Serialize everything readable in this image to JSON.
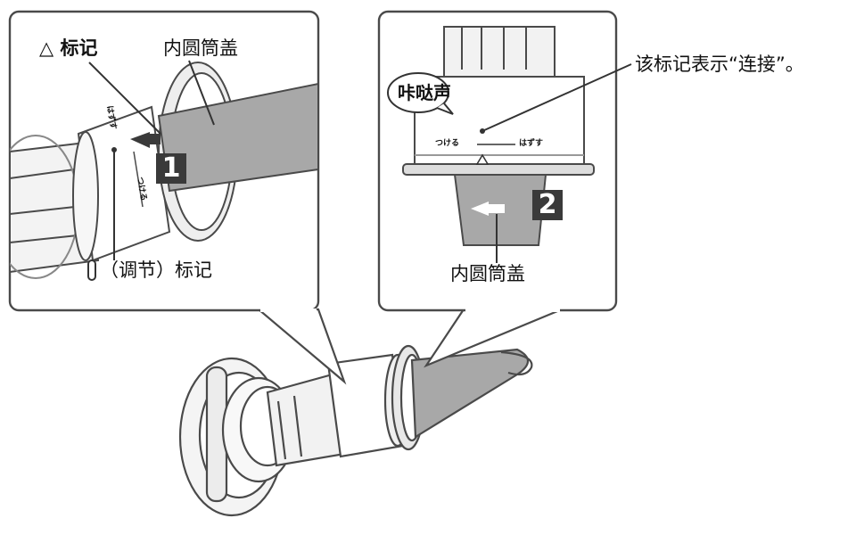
{
  "left_panel": {
    "triangle_mark_label": "△ 标记",
    "inner_cap_label": "内圆筒盖",
    "adjust_mark_label": "（调节）标记",
    "step_number": "1",
    "ring_text_top": "はずす",
    "ring_text_bottom": "つける"
  },
  "right_panel": {
    "click_sound_label": "咔哒声",
    "connect_callout": "该标记表示“连接”。",
    "inner_cap_label": "内圆筒盖",
    "step_number": "2",
    "scale_attach": "つける",
    "scale_detach": "はずす"
  },
  "colors": {
    "outline": "#4a4a4a",
    "gray_fill": "#a8a8a8",
    "light_fill": "#eeeeee",
    "badge": "#3a3a3a"
  }
}
